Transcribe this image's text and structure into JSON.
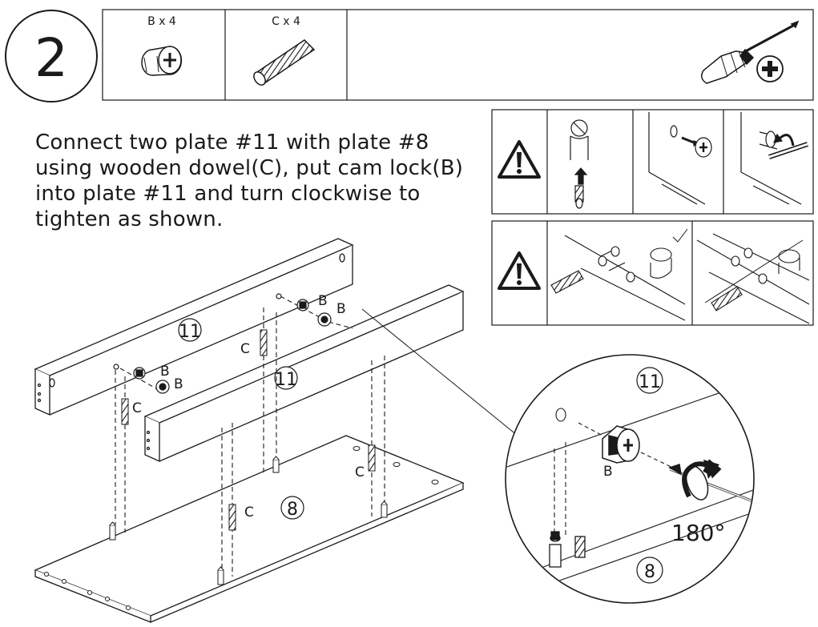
{
  "step": {
    "number": "2"
  },
  "parts": [
    {
      "label": "B x 4"
    },
    {
      "label": "C x 4"
    }
  ],
  "instruction": {
    "lines": [
      "Connect two plate #11 with plate #8",
      "using wooden dowel(C), put cam lock(B)",
      "into plate #11 and turn clockwise to",
      "tighten as shown."
    ]
  },
  "diagram": {
    "plate_11": "11",
    "plate_8": "8",
    "label_b": "B",
    "label_c": "C",
    "rotation": "180°"
  },
  "colors": {
    "line": "#1a1a1a",
    "background": "#ffffff"
  }
}
